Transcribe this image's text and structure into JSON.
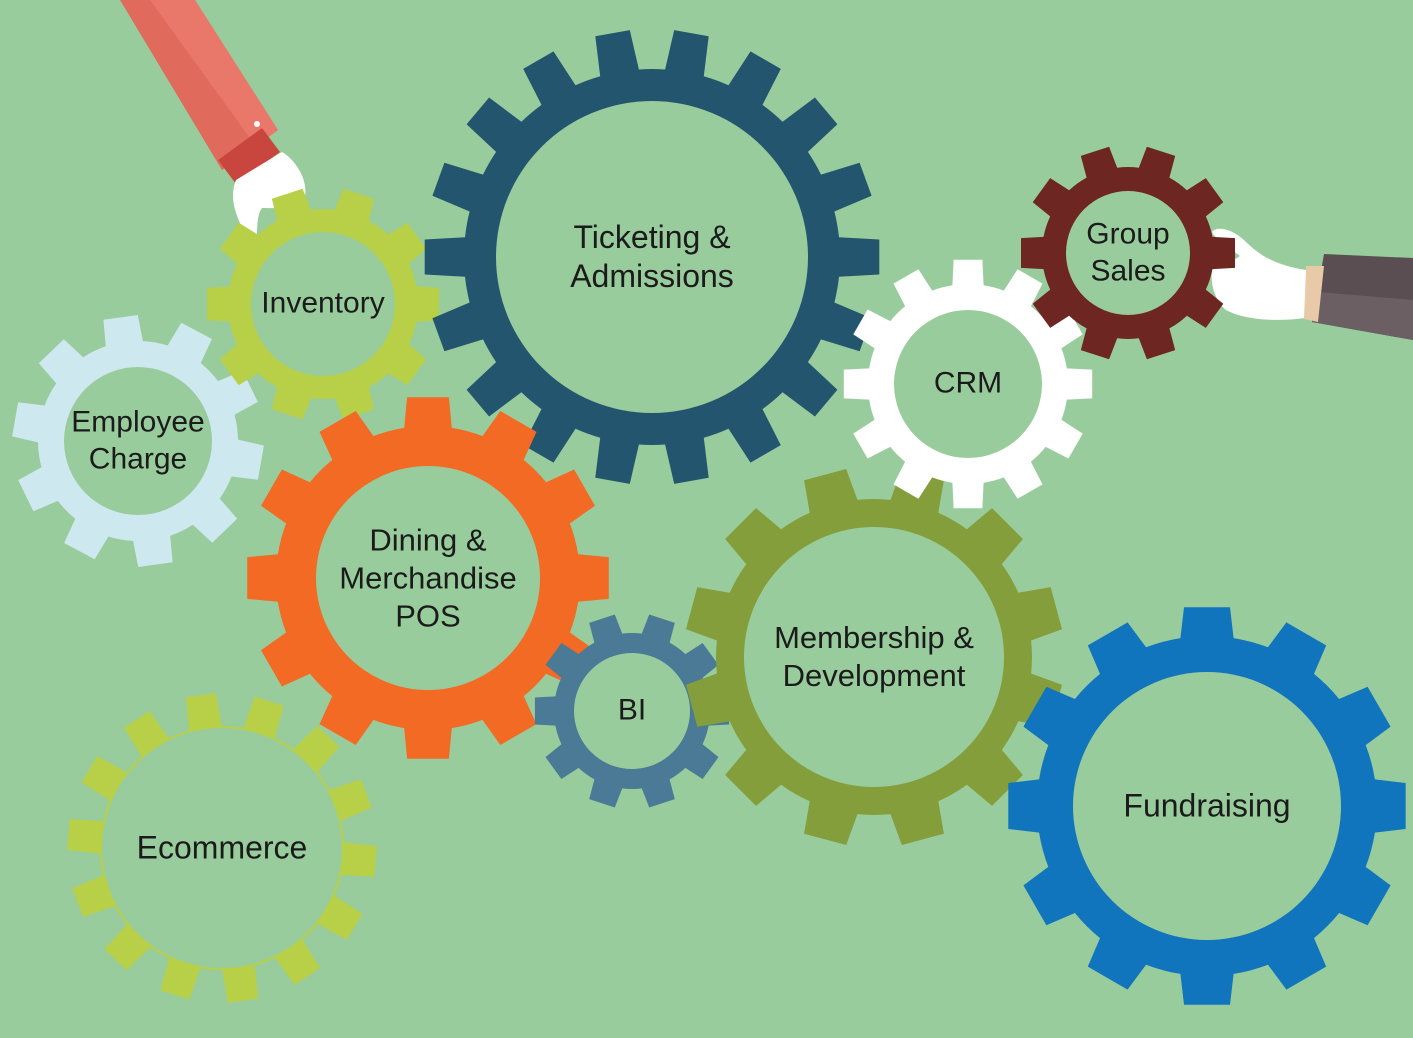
{
  "diagram": {
    "background": "#99cc9c",
    "gears": [
      {
        "id": "ecommerce",
        "lines": [
          "Ecommerce"
        ],
        "color": "#b8cf48",
        "teeth": 14
      },
      {
        "id": "employee-charge",
        "lines": [
          "Employee",
          "Charge"
        ],
        "color": "#cde8ef",
        "teeth": 10
      },
      {
        "id": "inventory",
        "lines": [
          "Inventory"
        ],
        "color": "#b8cf48",
        "teeth": 10
      },
      {
        "id": "ticketing-admissions",
        "lines": [
          "Ticketing &",
          "Admissions"
        ],
        "color": "#23566e",
        "teeth": 18
      },
      {
        "id": "dining-merchandise-pos",
        "lines": [
          "Dining &",
          "Merchandise",
          "POS"
        ],
        "color": "#f26a24",
        "teeth": 12
      },
      {
        "id": "bi",
        "lines": [
          "BI"
        ],
        "color": "#4a7a95",
        "teeth": 10
      },
      {
        "id": "membership-development",
        "lines": [
          "Membership &",
          "Development"
        ],
        "color": "#849e3c",
        "teeth": 12
      },
      {
        "id": "fundraising",
        "lines": [
          "Fundraising"
        ],
        "color": "#1175be",
        "teeth": 12
      },
      {
        "id": "crm",
        "lines": [
          "CRM"
        ],
        "color": "#ffffff",
        "teeth": 12
      },
      {
        "id": "group-sales",
        "lines": [
          "Group",
          "Sales"
        ],
        "color": "#6d2621",
        "teeth": 10
      }
    ],
    "hands": [
      {
        "id": "left-hand",
        "sleeve_color": "#e06a5c",
        "cuff_color": "#c9463f",
        "glove_color": "#ffffff"
      },
      {
        "id": "right-hand",
        "sleeve_color": "#5a4e52",
        "cuff_color": "#e8c9a8",
        "glove_color": "#ffffff"
      }
    ]
  }
}
